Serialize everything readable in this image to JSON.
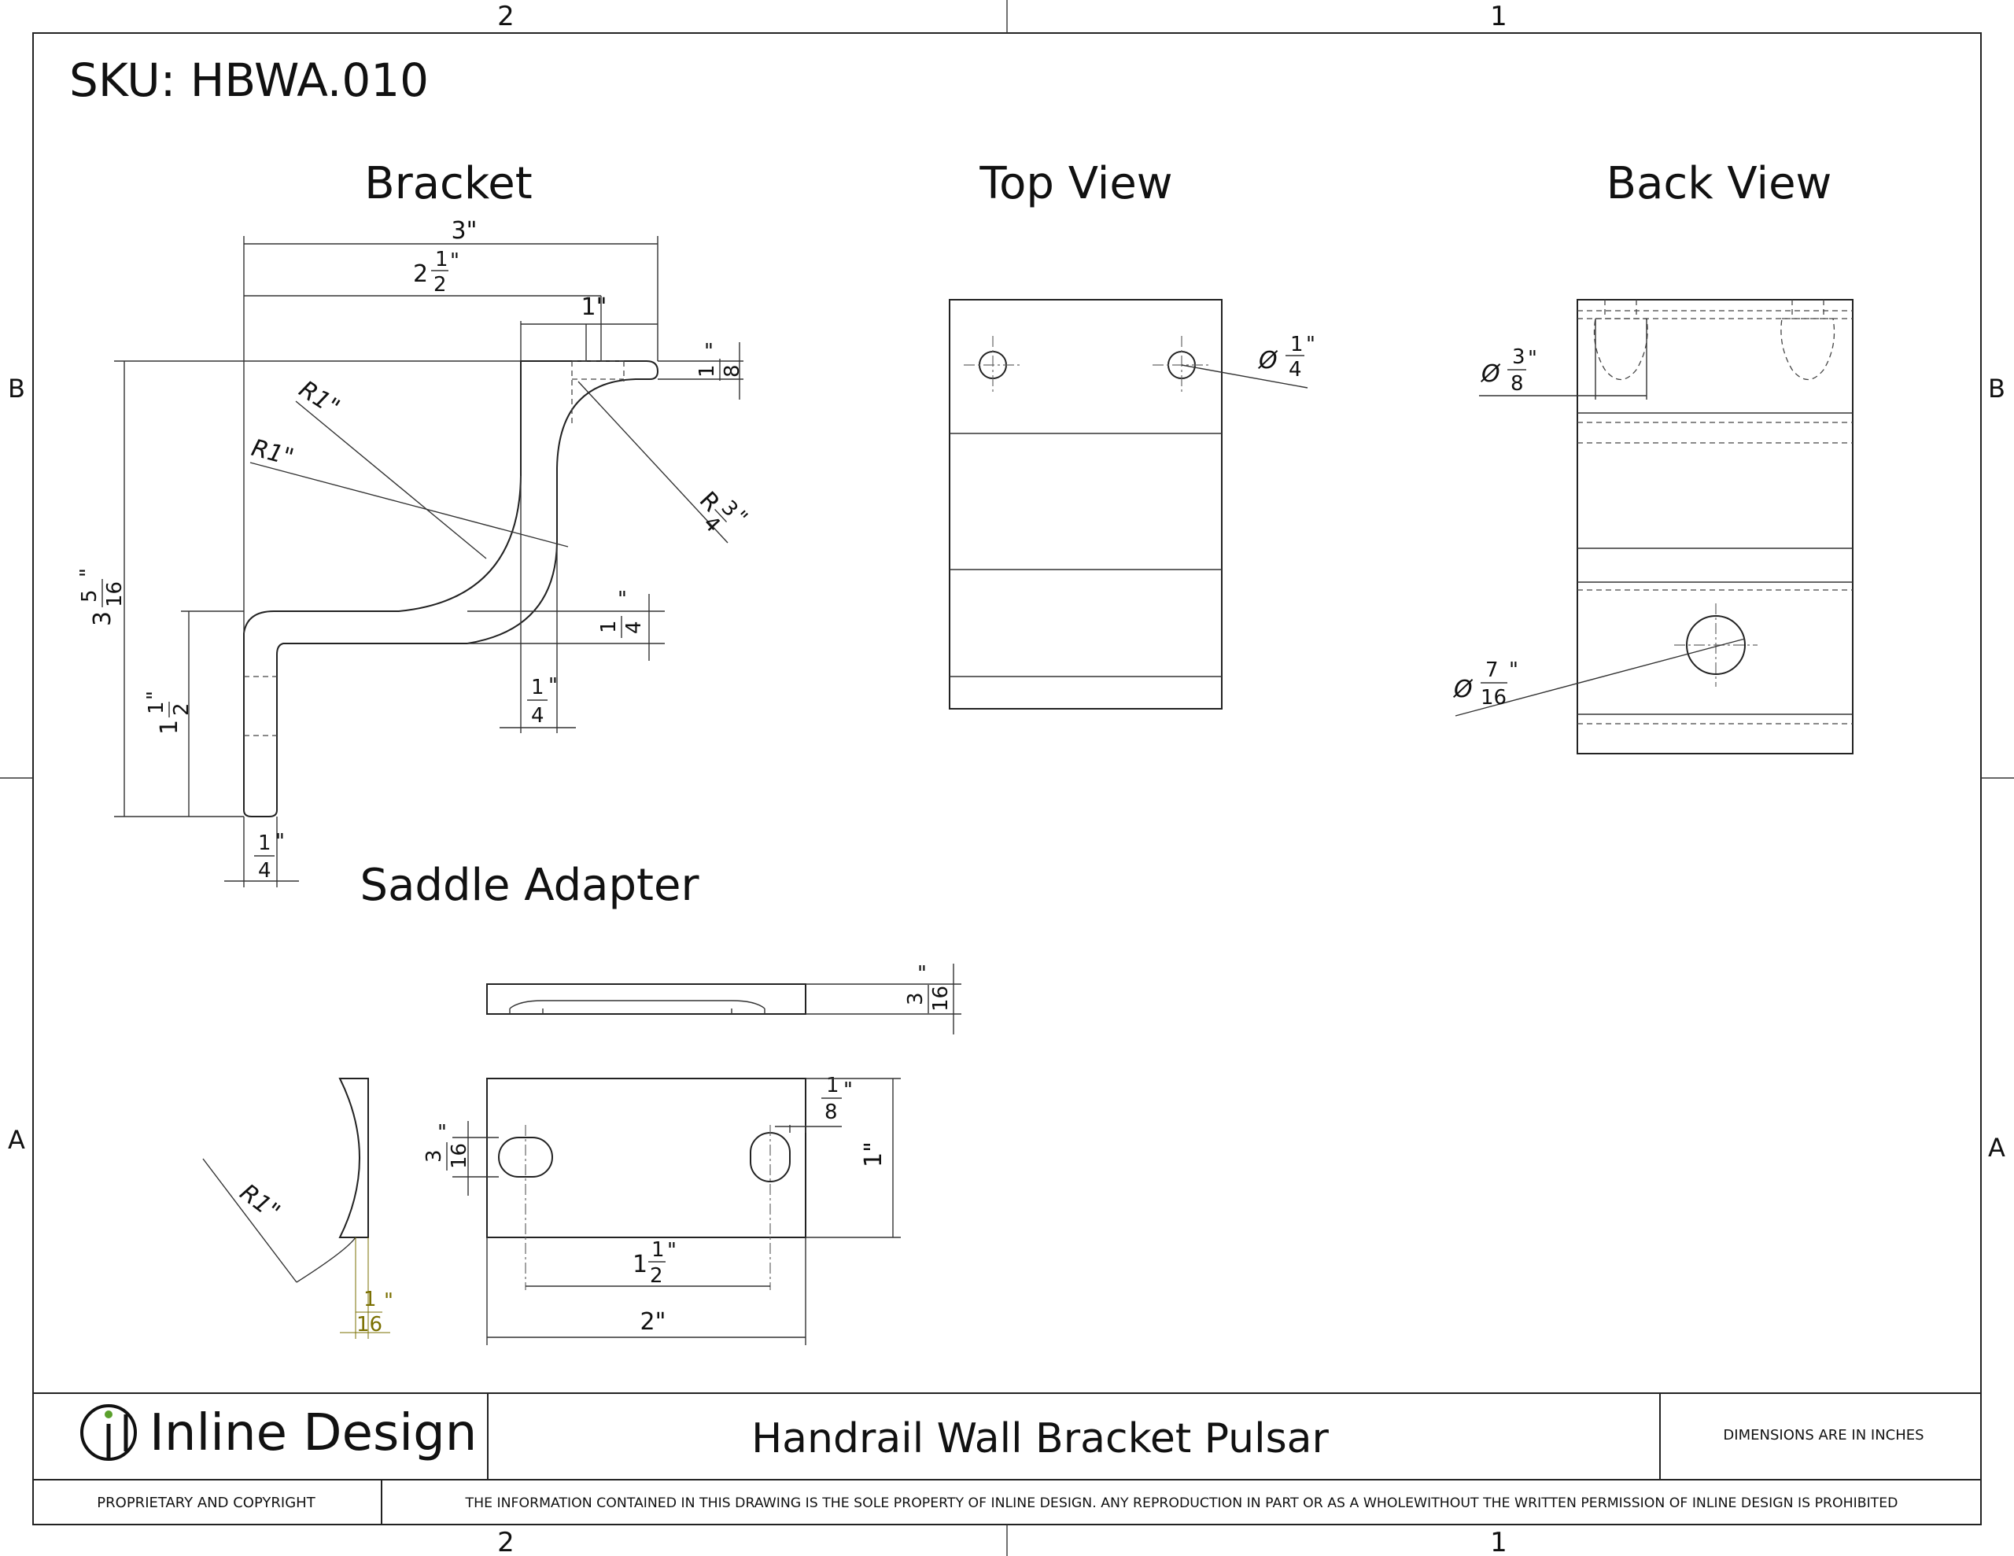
{
  "sku": "SKU: HBWA.010",
  "zones": {
    "top": [
      "2",
      "1"
    ],
    "side": [
      "B",
      "A"
    ]
  },
  "views": {
    "bracket": "Bracket",
    "top_view": "Top View",
    "back_view": "Back View",
    "saddle": "Saddle Adapter"
  },
  "dims": {
    "bracket_width": "3\"",
    "bracket_inner_whole": "2",
    "bracket_inner_num": "1",
    "bracket_inner_den": "2",
    "bracket_inner_unit": "\"",
    "bracket_flange": "1\"",
    "radius1": "R1\"",
    "radius2": "R1\"",
    "radius3_prefix": "R",
    "radius3_num": "3",
    "radius3_den": "4",
    "radius3_unit": "\"",
    "top_thk_num": "1",
    "top_thk_den": "8",
    "top_thk_unit": "\"",
    "height_whole": "3",
    "height_num": "5",
    "height_den": "16",
    "height_unit": "\"",
    "arm_thk_num": "1",
    "arm_thk_den": "4",
    "arm_thk_unit": "\"",
    "wall_thk_num": "1",
    "wall_thk_den": "4",
    "wall_thk_unit": "\"",
    "low_height_whole": "1",
    "low_height_num": "1",
    "low_height_den": "2",
    "low_height_unit": "\"",
    "base_thk_num": "1",
    "base_thk_den": "4",
    "base_thk_unit": "\"",
    "top_hole_dia": "Ø",
    "top_hole_num": "1",
    "top_hole_den": "4",
    "top_hole_unit": "\"",
    "back_hole_small_dia": "Ø",
    "back_hole_small_num": "3",
    "back_hole_small_den": "8",
    "back_hole_small_unit": "\"",
    "back_hole_large_dia": "Ø",
    "back_hole_large_num": "7",
    "back_hole_large_den": "16",
    "back_hole_large_unit": "\"",
    "saddle_thk_num": "3",
    "saddle_thk_den": "16",
    "saddle_thk_unit": "\"",
    "slot_w_num": "3",
    "slot_w_den": "16",
    "slot_w_unit": "\"",
    "slot_edge_num": "1",
    "slot_edge_den": "8",
    "slot_edge_unit": "\"",
    "saddle_height": "1\"",
    "slot_spacing_whole": "1",
    "slot_spacing_num": "1",
    "slot_spacing_den": "2",
    "slot_spacing_unit": "\"",
    "saddle_length": "2\"",
    "saddle_radius": "R1\"",
    "saddle_edge_num": "1",
    "saddle_edge_den": "16",
    "saddle_edge_unit": "\""
  },
  "title_block": {
    "company": "Inline Design",
    "title": "Handrail Wall Bracket Pulsar",
    "units_note": "DIMENSIONS ARE IN INCHES",
    "proprietary": "PROPRIETARY AND COPYRIGHT",
    "notice": "THE INFORMATION CONTAINED IN THIS DRAWING IS THE SOLE PROPERTY OF INLINE DESIGN.  ANY REPRODUCTION IN PART OR AS A WHOLEWITHOUT THE WRITTEN PERMISSION OF INLINE DESIGN IS PROHIBITED"
  },
  "colors": {
    "line": "#222222",
    "accent_green": "#5aa02c",
    "olive_dim": "#7a6f00"
  }
}
